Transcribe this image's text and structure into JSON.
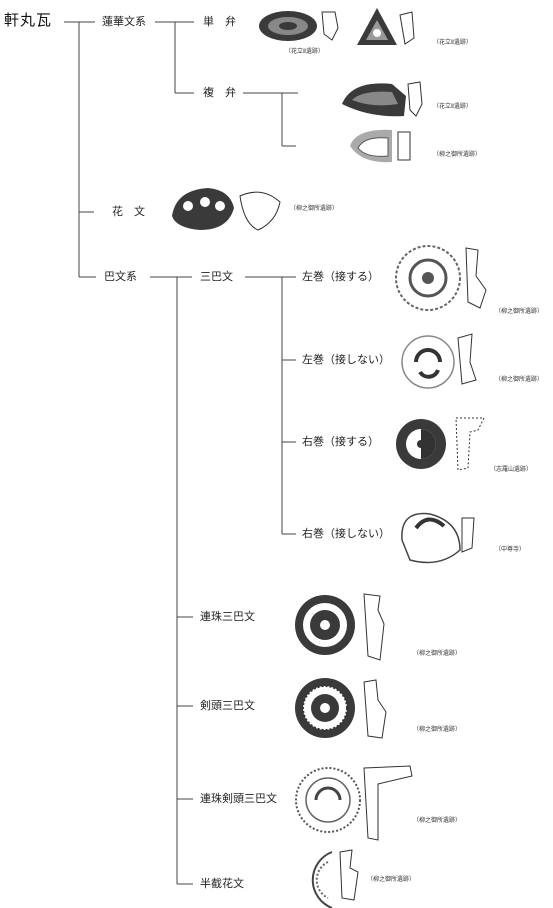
{
  "root": "軒丸瓦",
  "branches": {
    "renge": "蓮華文系",
    "hana": "花　文",
    "tomoe": "巴文系"
  },
  "renge_sub": {
    "tanben": "単　弁",
    "fukuben": "複　弁"
  },
  "tomoe_sub": {
    "mitsudomoe": "三巴文",
    "renju": "連珠三巴文",
    "kento": "剣頭三巴文",
    "renju_kento": "連珠剣頭三巴文",
    "hansai": "半截花文"
  },
  "mitsudomoe_sub": {
    "left_touch": "左巻（接する）",
    "left_notouch": "左巻（接しない）",
    "right_touch": "右巻（接する）",
    "right_notouch": "右巻（接しない）"
  },
  "sites": {
    "hanadate": "（花立Ⅱ遺跡）",
    "yanagi": "（柳之御所遺跡）",
    "shiwa": "（志羅山遺跡）",
    "chuson": "（中尊寺）"
  }
}
